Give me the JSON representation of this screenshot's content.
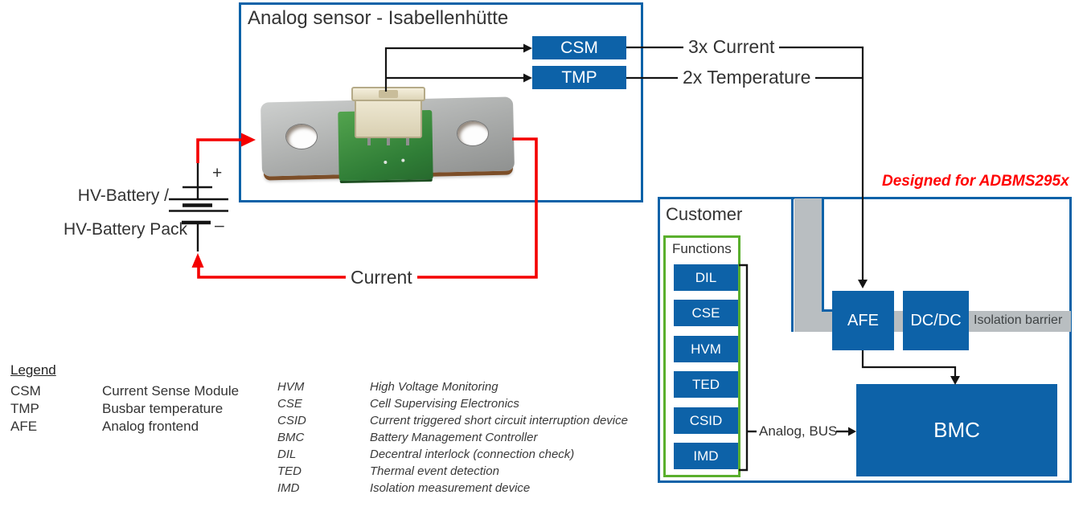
{
  "colors": {
    "accent_blue": "#0d62a8",
    "function_green": "#5aaf2d",
    "current_red": "#f40000",
    "barrier_gray": "#b9bec1"
  },
  "sensor_box": {
    "title": "Analog sensor - Isabellenhütte",
    "csm": "CSM",
    "tmp": "TMP"
  },
  "signals": {
    "current3x": "3x Current",
    "temp2x": "2x Temperature",
    "current": "Current"
  },
  "battery": {
    "label_line1": "HV-Battery /",
    "label_line2": "HV-Battery Pack",
    "plus": "+",
    "minus": "–"
  },
  "designed_for": "Designed for ADBMS295x",
  "customer": {
    "title": "Customer",
    "functions_label": "Functions",
    "functions": [
      "DIL",
      "CSE",
      "HVM",
      "TED",
      "CSID",
      "IMD"
    ],
    "afe": "AFE",
    "dcdc": "DC/DC",
    "isolation_barrier": "Isolation barrier",
    "bmc": "BMC",
    "analog_bus": "Analog, BUS"
  },
  "legend": {
    "title": "Legend",
    "primary": [
      {
        "abbr": "CSM",
        "desc": "Current Sense Module"
      },
      {
        "abbr": "TMP",
        "desc": "Busbar temperature"
      },
      {
        "abbr": "AFE",
        "desc": "Analog frontend"
      }
    ],
    "secondary": [
      {
        "abbr": "HVM",
        "desc": "High Voltage Monitoring"
      },
      {
        "abbr": "CSE",
        "desc": "Cell Supervising Electronics"
      },
      {
        "abbr": "CSID",
        "desc": "Current triggered short circuit interruption device"
      },
      {
        "abbr": "BMC",
        "desc": "Battery Management Controller"
      },
      {
        "abbr": "DIL",
        "desc": "Decentral interlock (connection check)"
      },
      {
        "abbr": "TED",
        "desc": "Thermal event detection"
      },
      {
        "abbr": "IMD",
        "desc": "Isolation measurement device"
      }
    ]
  }
}
